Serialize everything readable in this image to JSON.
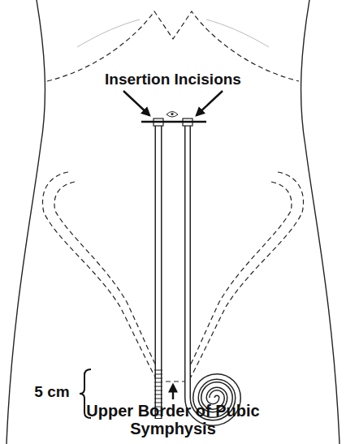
{
  "diagram": {
    "labels": [
      "Insertion Incisions",
      "5 cm",
      "Upper Border of Pubic Symphysis"
    ]
  }
}
